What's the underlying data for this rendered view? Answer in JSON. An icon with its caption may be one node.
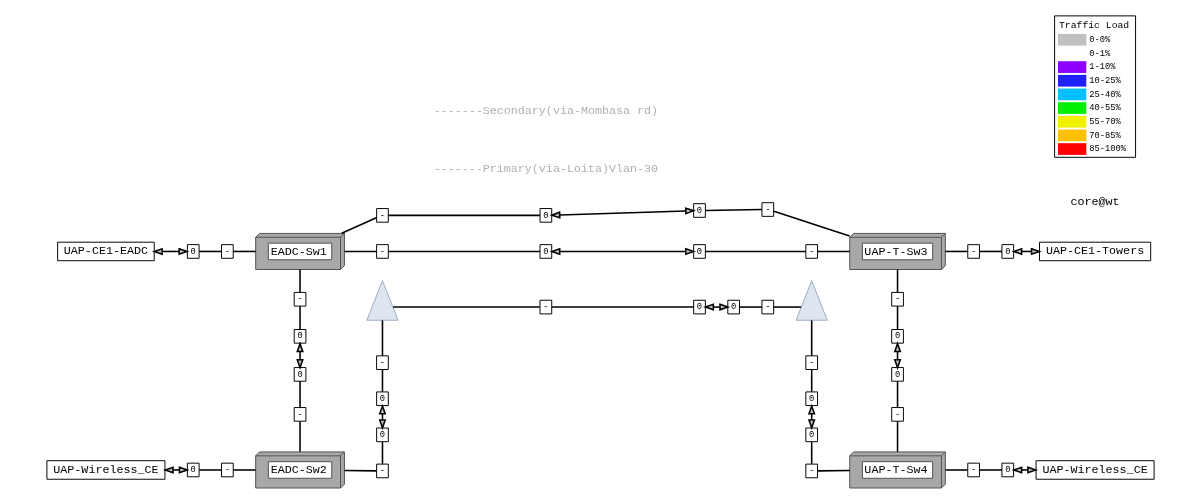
{
  "diagram": {
    "nodes": [
      {
        "text": [
          "-"
        ]
      },
      {
        "text": [
          "0"
        ]
      },
      {
        "text": [
          "0"
        ]
      },
      {
        "text": [
          "-"
        ]
      },
      {
        "text": [
          "UAP-CE1-EADC"
        ]
      },
      {
        "text": [
          "0"
        ]
      },
      {
        "text": [
          "-"
        ]
      },
      {
        "text": [
          "EADC-Sw1"
        ]
      },
      {
        "text": [
          "UAP-T-Sw3"
        ]
      },
      {
        "text": [
          "-"
        ]
      },
      {
        "text": [
          "0"
        ]
      },
      {
        "text": [
          "UAP-CE1-Towers"
        ]
      },
      {
        "text": [
          "-"
        ]
      },
      {
        "text": [
          "0"
        ]
      },
      {
        "text": [
          "0"
        ]
      },
      {
        "text": [
          "-"
        ]
      },
      {
        "text": [
          "-"
        ]
      },
      {
        "text": [
          "-"
        ]
      },
      {
        "text": [
          "0"
        ]
      },
      {
        "text": [
          "0"
        ]
      },
      {
        "text": [],
        "shape": "picture"
      },
      {
        "text": [
          "-"
        ]
      },
      {
        "text": [
          "0"
        ]
      },
      {
        "text": [
          "0"
        ]
      },
      {
        "text": [
          "-"
        ]
      },
      {
        "text": [],
        "shape": "picture"
      },
      {
        "text": [
          "0"
        ]
      },
      {
        "text": [
          "-"
        ]
      },
      {
        "text": [
          "0"
        ]
      },
      {
        "text": [
          "-"
        ]
      },
      {
        "text": [
          "0"
        ]
      },
      {
        "text": [
          "0"
        ]
      },
      {
        "text": [
          "0"
        ]
      },
      {
        "text": [
          "-"
        ]
      },
      {
        "text": [
          "-"
        ]
      },
      {
        "text": [
          "-"
        ]
      },
      {
        "text": [
          "0"
        ]
      },
      {
        "text": [
          "-"
        ]
      },
      {
        "text": [
          "UAP-Wireless_CE"
        ]
      },
      {
        "text": [
          "0"
        ]
      },
      {
        "text": [
          "-"
        ]
      },
      {
        "text": [
          "EADC-Sw2"
        ]
      },
      {
        "text": [
          "UAP-T-Sw4"
        ]
      },
      {
        "text": [
          "-"
        ]
      },
      {
        "text": [
          "0"
        ]
      },
      {
        "text": [
          "UAP-Wireless_CE"
        ]
      }
    ],
    "edges": [
      {
        "from": 7,
        "to": 0,
        "arrow": "none"
      },
      {
        "from": 0,
        "to": 1,
        "arrow": "none"
      },
      {
        "from": 1,
        "to": 2,
        "arrow": "both"
      },
      {
        "from": 2,
        "to": 3,
        "arrow": "none"
      },
      {
        "from": 3,
        "to": 8,
        "arrow": "none"
      },
      {
        "from": 7,
        "to": 12,
        "arrow": "none"
      },
      {
        "from": 12,
        "to": 13,
        "arrow": "none"
      },
      {
        "from": 13,
        "to": 14,
        "arrow": "both"
      },
      {
        "from": 14,
        "to": 15,
        "arrow": "none"
      },
      {
        "from": 15,
        "to": 8,
        "arrow": "none"
      },
      {
        "from": 4,
        "to": 5,
        "arrow": "both"
      },
      {
        "from": 5,
        "to": 6,
        "arrow": "none"
      },
      {
        "from": 6,
        "to": 7,
        "arrow": "none"
      },
      {
        "from": 8,
        "to": 9,
        "arrow": "none"
      },
      {
        "from": 9,
        "to": 10,
        "arrow": "none"
      },
      {
        "from": 10,
        "to": 11,
        "arrow": "both"
      },
      {
        "from": 7,
        "to": 16,
        "arrow": "none"
      },
      {
        "from": 16,
        "to": 18,
        "arrow": "none"
      },
      {
        "from": 18,
        "to": 26,
        "arrow": "both"
      },
      {
        "from": 26,
        "to": 33,
        "arrow": "none"
      },
      {
        "from": 33,
        "to": 41,
        "arrow": "none"
      },
      {
        "from": 8,
        "to": 17,
        "arrow": "none"
      },
      {
        "from": 17,
        "to": 19,
        "arrow": "none"
      },
      {
        "from": 19,
        "to": 28,
        "arrow": "both"
      },
      {
        "from": 28,
        "to": 35,
        "arrow": "none"
      },
      {
        "from": 35,
        "to": 42,
        "arrow": "none"
      },
      {
        "from": 20,
        "to": 21,
        "arrow": "none"
      },
      {
        "from": 21,
        "to": 22,
        "arrow": "none"
      },
      {
        "from": 22,
        "to": 23,
        "arrow": "both"
      },
      {
        "from": 23,
        "to": 24,
        "arrow": "none"
      },
      {
        "from": 24,
        "to": 25,
        "arrow": "none"
      },
      {
        "from": 20,
        "to": 27,
        "arrow": "none"
      },
      {
        "from": 27,
        "to": 30,
        "arrow": "none"
      },
      {
        "from": 30,
        "to": 32,
        "arrow": "both"
      },
      {
        "from": 32,
        "to": 34,
        "arrow": "none"
      },
      {
        "from": 41,
        "to": 34,
        "arrow": "none"
      },
      {
        "from": 25,
        "to": 29,
        "arrow": "none"
      },
      {
        "from": 29,
        "to": 31,
        "arrow": "none"
      },
      {
        "from": 31,
        "to": 36,
        "arrow": "both"
      },
      {
        "from": 36,
        "to": 37,
        "arrow": "none"
      },
      {
        "from": 37,
        "to": 42,
        "arrow": "none"
      },
      {
        "from": 38,
        "to": 39,
        "arrow": "both"
      },
      {
        "from": 39,
        "to": 40,
        "arrow": "none"
      },
      {
        "from": 40,
        "to": 41,
        "arrow": "none"
      },
      {
        "from": 42,
        "to": 43,
        "arrow": "none"
      },
      {
        "from": 43,
        "to": 44,
        "arrow": "none"
      },
      {
        "from": 44,
        "to": 45,
        "arrow": "both"
      }
    ],
    "labels": [
      "-------Primary(via-Loita)Vlan-30",
      "-------Secondary(via-Mombasa rd)",
      "Traffic Load",
      "core@wt"
    ],
    "legend": [
      {
        "text": "0-0%",
        "color": "#c0c0c0"
      },
      {
        "text": "0-1%",
        "color": "#ffffff"
      },
      {
        "text": "1-10%",
        "color": "#8c00ff"
      },
      {
        "text": "10-25%",
        "color": "#2020ff"
      },
      {
        "text": "25-40%",
        "color": "#00c0ff"
      },
      {
        "text": "40-55%",
        "color": "#00f000"
      },
      {
        "text": "55-70%",
        "color": "#f0f000"
      },
      {
        "text": "70-85%",
        "color": "#ffc000"
      },
      {
        "text": "85-100%",
        "color": "#ff0000"
      }
    ]
  }
}
